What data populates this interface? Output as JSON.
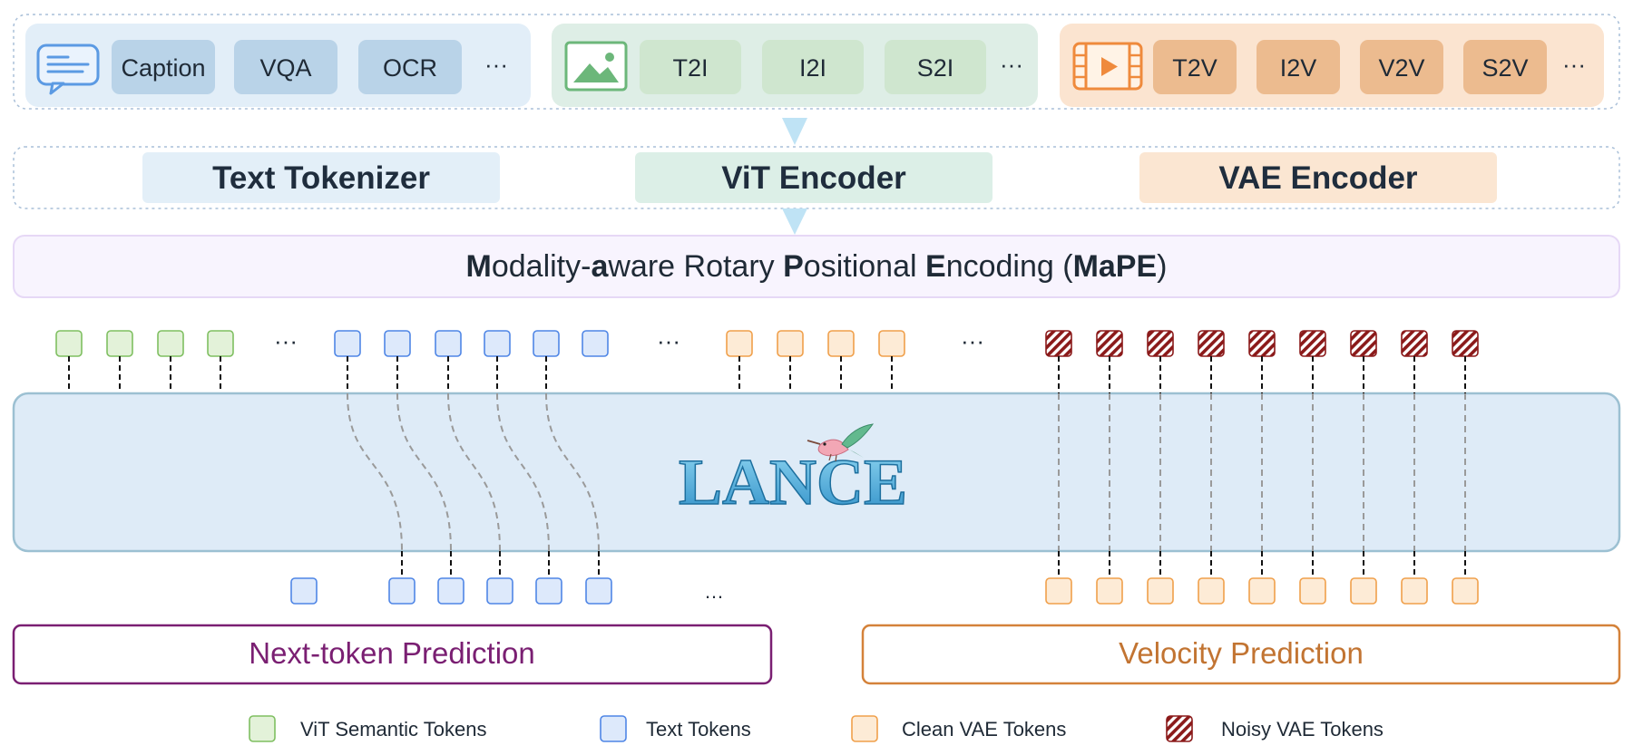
{
  "tasks": {
    "text_group": {
      "items": [
        "Caption",
        "VQA",
        "OCR"
      ],
      "more": "···",
      "icon": "chat-icon"
    },
    "image_group": {
      "items": [
        "T2I",
        "I2I",
        "S2I"
      ],
      "more": "···",
      "icon": "image-icon"
    },
    "video_group": {
      "items": [
        "T2V",
        "I2V",
        "V2V",
        "S2V"
      ],
      "more": "···",
      "icon": "video-icon"
    }
  },
  "encoders": {
    "text": "Text Tokenizer",
    "vit": "ViT Encoder",
    "vae": "VAE Encoder"
  },
  "mape": {
    "segments": [
      {
        "t": "M",
        "b": true
      },
      {
        "t": "odality-",
        "b": false
      },
      {
        "t": "a",
        "b": true
      },
      {
        "t": "ware Rotary ",
        "b": false
      },
      {
        "t": "P",
        "b": true
      },
      {
        "t": "ositional ",
        "b": false
      },
      {
        "t": "E",
        "b": true
      },
      {
        "t": "ncoding (",
        "b": false
      },
      {
        "t": "MaPE",
        "b": true
      },
      {
        "t": ")",
        "b": false
      }
    ]
  },
  "model": {
    "name": "LANCE",
    "mascot": "hummingbird-icon"
  },
  "ellipsis": "···",
  "bottom_ellipsis": "…",
  "heads": {
    "ntp": "Next-token Prediction",
    "velocity": "Velocity Prediction"
  },
  "legend": [
    {
      "label": "ViT Semantic Tokens",
      "kind": "vit"
    },
    {
      "label": "Text Tokens",
      "kind": "text"
    },
    {
      "label": "Clean VAE Tokens",
      "kind": "clean"
    },
    {
      "label": "Noisy VAE Tokens",
      "kind": "noisy"
    }
  ],
  "colors": {
    "vit_fill": "#e3f2d9",
    "vit_stroke": "#7fbf61",
    "text_fill": "#dde9fb",
    "text_stroke": "#4f86e6",
    "clean_fill": "#fdebd6",
    "clean_stroke": "#f0a04b",
    "noisy_a": "#8b1a1a",
    "noisy_b": "#ffffff",
    "ntp": "#7a1f72",
    "velocity": "#d4823a",
    "lance": "#5bb8e0"
  }
}
